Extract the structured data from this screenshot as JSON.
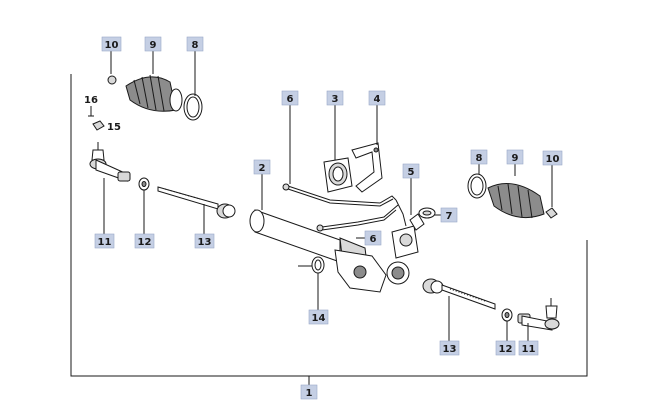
{
  "callouts": [
    {
      "id": "c10a",
      "label": "10",
      "boxed": true
    },
    {
      "id": "c9a",
      "label": "9",
      "boxed": true
    },
    {
      "id": "c8a",
      "label": "8",
      "boxed": true
    },
    {
      "id": "c16",
      "label": "16",
      "boxed": false
    },
    {
      "id": "c15",
      "label": "15",
      "boxed": false
    },
    {
      "id": "c6a",
      "label": "6",
      "boxed": true
    },
    {
      "id": "c3",
      "label": "3",
      "boxed": true
    },
    {
      "id": "c4",
      "label": "4",
      "boxed": true
    },
    {
      "id": "c2",
      "label": "2",
      "boxed": true
    },
    {
      "id": "c5",
      "label": "5",
      "boxed": true
    },
    {
      "id": "c8b",
      "label": "8",
      "boxed": true
    },
    {
      "id": "c9b",
      "label": "9",
      "boxed": true
    },
    {
      "id": "c10b",
      "label": "10",
      "boxed": true
    },
    {
      "id": "c7",
      "label": "7",
      "boxed": true
    },
    {
      "id": "c6b",
      "label": "6",
      "boxed": true
    },
    {
      "id": "c11a",
      "label": "11",
      "boxed": true
    },
    {
      "id": "c12a",
      "label": "12",
      "boxed": true
    },
    {
      "id": "c13a",
      "label": "13",
      "boxed": true
    },
    {
      "id": "c14",
      "label": "14",
      "boxed": true
    },
    {
      "id": "c13b",
      "label": "13",
      "boxed": true
    },
    {
      "id": "c12b",
      "label": "12",
      "boxed": true
    },
    {
      "id": "c11b",
      "label": "11",
      "boxed": true
    },
    {
      "id": "c1",
      "label": "1",
      "boxed": true
    }
  ]
}
